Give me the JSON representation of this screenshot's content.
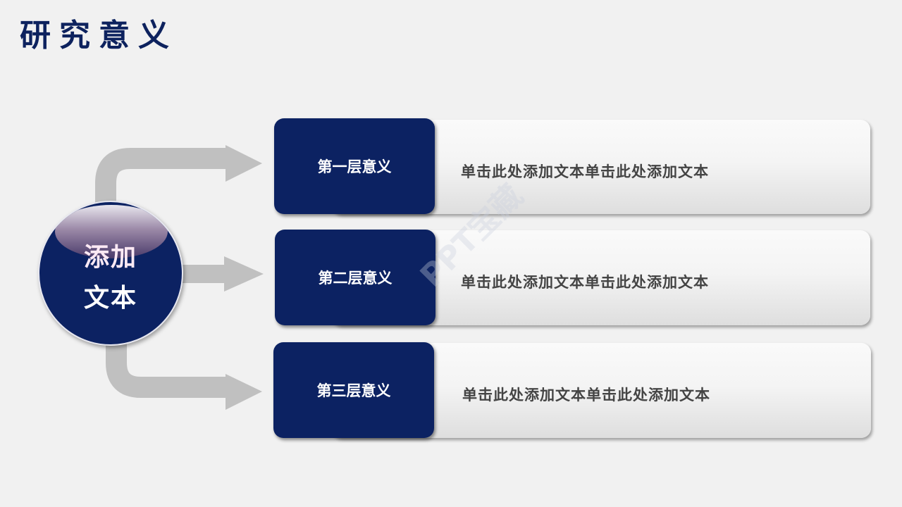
{
  "title": "研究意义",
  "hub": {
    "line1": "添加",
    "line2": "文本"
  },
  "rows": [
    {
      "label": "第一层意义",
      "text": "单击此处添加文本单击此处添加文本"
    },
    {
      "label": "第二层意义",
      "text": "单击此处添加文本单击此处添加文本"
    },
    {
      "label": "第三层意义",
      "text": "单击此处添加文本单击此处添加文本"
    }
  ],
  "watermark": "PPT宝藏",
  "colors": {
    "navy": "#0c2262",
    "background": "#f1f1f1",
    "arrow": "#c0c0c0",
    "card_text": "#444444"
  }
}
